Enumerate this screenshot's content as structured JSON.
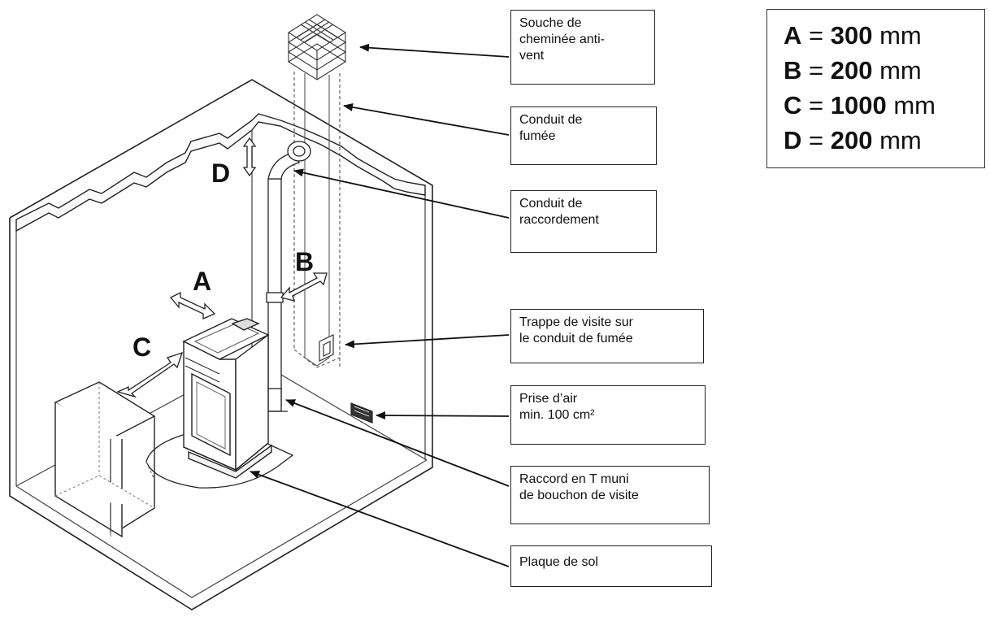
{
  "callouts": {
    "souche": "Souche de\ncheminée anti-\nvent",
    "conduit_fumee": "Conduit de\nfumée",
    "conduit_raccordement": "Conduit de\nraccordement",
    "trappe": "Trappe de visite sur\nle conduit de fumée",
    "prise_air": "Prise d’air\nmin. 100 cm²",
    "raccord_t": "Raccord en T muni\nde bouchon de visite",
    "plaque": "Plaque de sol"
  },
  "legend": [
    {
      "key": "A",
      "eq": " = ",
      "value": "300",
      "unit": " mm"
    },
    {
      "key": "B",
      "eq": " = ",
      "value": "200",
      "unit": " mm"
    },
    {
      "key": "C",
      "eq": " = ",
      "value": "1000",
      "unit": " mm"
    },
    {
      "key": "D",
      "eq": " = ",
      "value": "200",
      "unit": " mm"
    }
  ],
  "dimension_labels": {
    "a": "A",
    "b": "B",
    "c": "C",
    "d": "D"
  },
  "colors": {
    "line": "#222222",
    "dashed": "#555555",
    "background": "#ffffff"
  }
}
